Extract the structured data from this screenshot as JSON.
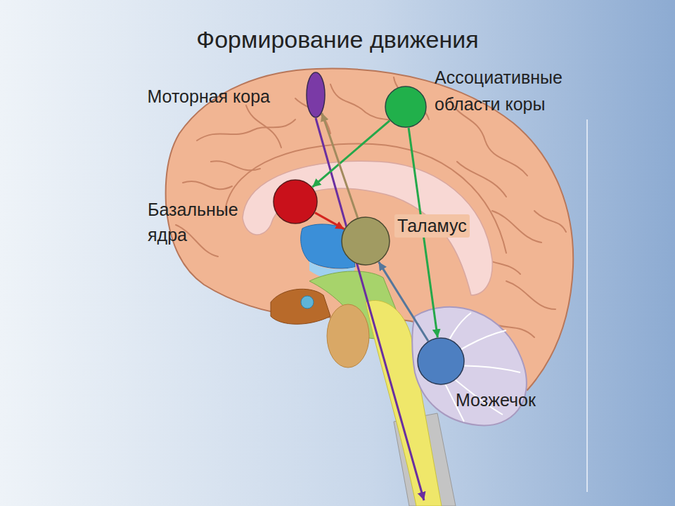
{
  "diagram": {
    "title": "Формирование движения",
    "nodes": [
      {
        "text": [
          "Моторная кора"
        ]
      },
      {
        "text": [
          "Ассоциативные области коры"
        ]
      },
      {
        "text": [
          "Базальные ядра"
        ]
      },
      {
        "text": [
          "Таламус"
        ]
      },
      {
        "text": [
          "Мозжечок"
        ]
      }
    ],
    "edges": [
      {
        "from": 1,
        "to": 2,
        "arrow": "to"
      },
      {
        "from": 1,
        "to": 4,
        "arrow": "to"
      },
      {
        "from": 2,
        "to": 3,
        "arrow": "to"
      },
      {
        "from": 4,
        "to": 3,
        "arrow": "to"
      },
      {
        "from": 3,
        "to": 0,
        "arrow": "to"
      }
    ]
  }
}
